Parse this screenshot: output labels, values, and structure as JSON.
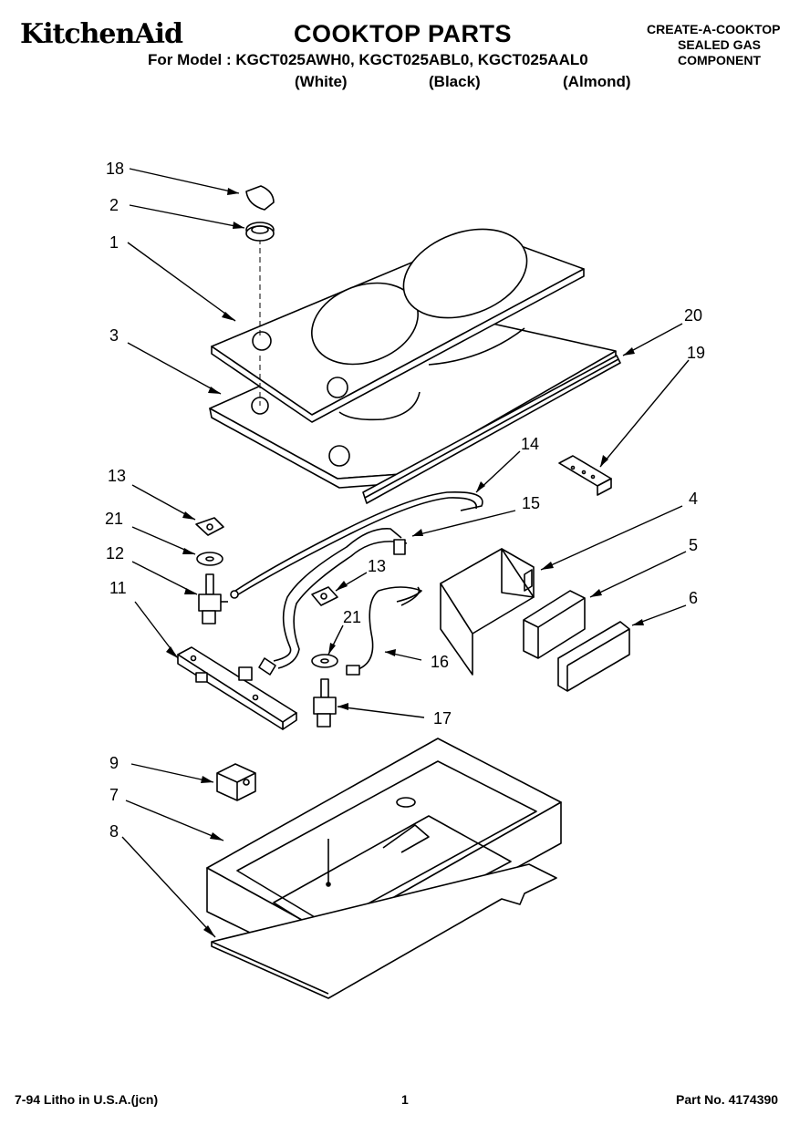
{
  "header": {
    "brand": "KitchenAid",
    "title": "COOKTOP PARTS",
    "model_line": "For Model : KGCT025AWH0, KGCT025ABL0, KGCT025AAL0",
    "colors": [
      "(White)",
      "(Black)",
      "(Almond)"
    ],
    "right_lines": [
      "CREATE-A-COOKTOP",
      "SEALED GAS",
      "COMPONENT"
    ]
  },
  "callouts": {
    "n18": "18",
    "n2": "2",
    "n1": "1",
    "n3": "3",
    "n20": "20",
    "n19": "19",
    "n14": "14",
    "n13a": "13",
    "n15": "15",
    "n21a": "21",
    "n4": "4",
    "n12": "12",
    "n13b": "13",
    "n5": "5",
    "n11": "11",
    "n21b": "21",
    "n6": "6",
    "n16": "16",
    "n17": "17",
    "n9": "9",
    "n7": "7",
    "n8": "8"
  },
  "footer": {
    "left": "7-94 Litho in U.S.A.(jcn)",
    "page": "1",
    "part_no": "Part No. 4174390"
  }
}
